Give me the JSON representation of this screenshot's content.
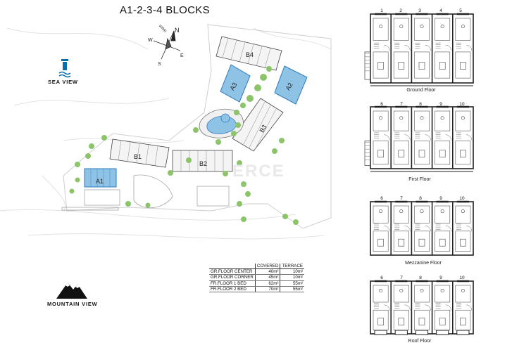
{
  "title": "A1-2-3-4 BLOCKS",
  "sea_view_label": "SEA VIEW",
  "mountain_view_label": "MOUNTAIN VIEW",
  "watermark": "ERCE",
  "compass": {
    "n": "N",
    "s": "S",
    "e": "E",
    "w": "W",
    "wind": "WIND"
  },
  "blocks": {
    "a1": "A1",
    "a2": "A2",
    "a3": "A3",
    "b1": "B1",
    "b2": "B2",
    "b3": "B3",
    "b4": "B4"
  },
  "floors": {
    "ground": {
      "label": "Ground Floor",
      "columns": [
        "1",
        "2",
        "3",
        "4",
        "5"
      ]
    },
    "first": {
      "label": "First Floor",
      "columns": [
        "6",
        "7",
        "8",
        "9",
        "10"
      ]
    },
    "mezzanine": {
      "label": "Mezzanine Floor",
      "columns": [
        "6",
        "7",
        "8",
        "9",
        "10"
      ]
    },
    "roof": {
      "label": "Roof Floor",
      "columns": [
        "6",
        "7",
        "8",
        "9",
        "10"
      ]
    }
  },
  "area_table": {
    "header": {
      "covered": "COVERED",
      "terrace": "TERRACE"
    },
    "rows": [
      {
        "name": "GR.FLOOR CENTER",
        "covered": "40m²",
        "terrace": "10m²"
      },
      {
        "name": "GR.FLOOR CORNER",
        "covered": "45m²",
        "terrace": "10m²"
      },
      {
        "name": "FR.FLOOR 1 BED",
        "covered": "62m²",
        "terrace": "55m²"
      },
      {
        "name": "FR.FLOOR 2 BED",
        "covered": "70m²",
        "terrace": "55m²"
      }
    ]
  },
  "colors": {
    "pool": "#8fc3e6",
    "pool_edge": "#2b7bbd",
    "palm": "#8cc46a",
    "line": "#333333"
  }
}
